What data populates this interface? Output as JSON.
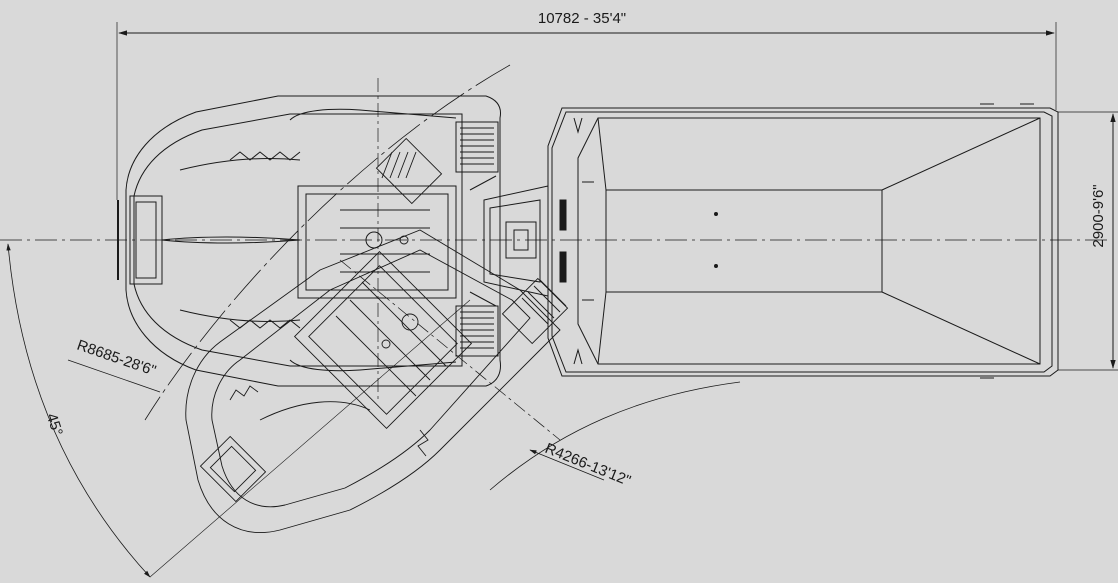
{
  "diagram": {
    "dimensions": {
      "overall_length": "10782 - 35'4\"",
      "overall_width": "2900-9'6\"",
      "outer_radius": "R8685-28'6\"",
      "inner_radius": "R4266-13'12\"",
      "articulation_angle": "45°"
    },
    "colors": {
      "background": "#d9d9d9",
      "line": "#1a1a1a"
    }
  }
}
